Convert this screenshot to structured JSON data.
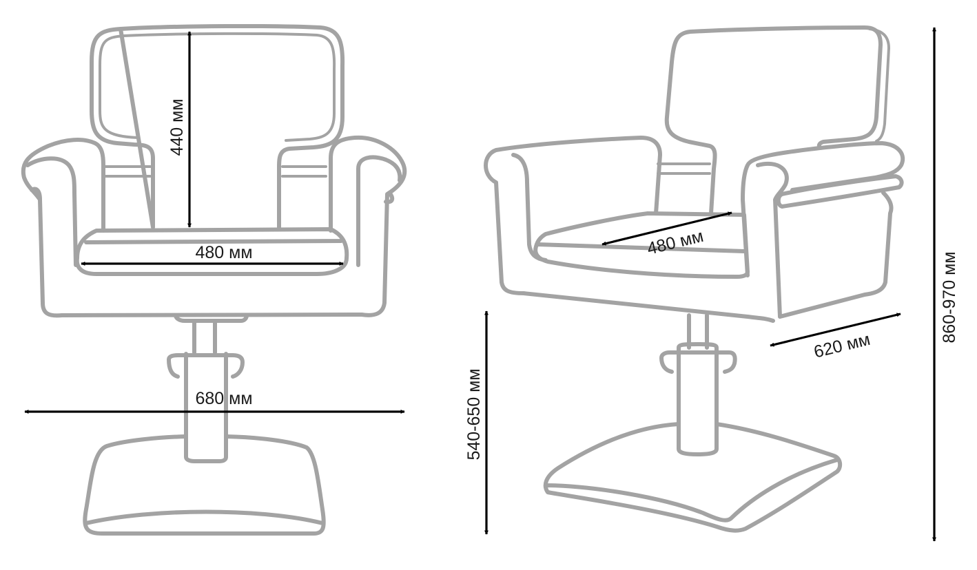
{
  "dimensions": {
    "back_height": "440 мм",
    "seat_width_front": "480 мм",
    "base_width": "680 мм",
    "seat_width_side": "480 мм",
    "depth": "620 мм",
    "seat_height": "540-650 мм",
    "total_height": "860-970 мм"
  },
  "colors": {
    "outline": "#a3a3a3",
    "arrow": "#000000",
    "text": "#1a1a1a",
    "background": "#ffffff"
  }
}
